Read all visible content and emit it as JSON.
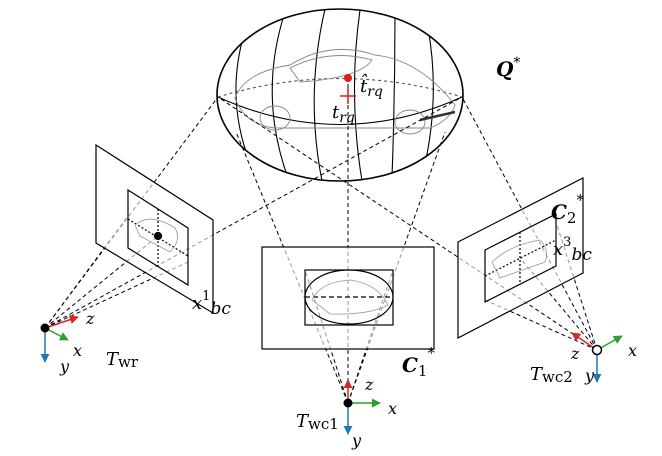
{
  "ellipsoid": {
    "label": "Q",
    "sup": "*"
  },
  "center": {
    "hat": "t̂",
    "hat_sub": "rq",
    "est": "t",
    "est_sub": "rq"
  },
  "conics": [
    {
      "label": "C",
      "sub": "2",
      "sup": "*"
    },
    {
      "label": "C",
      "sub": "1",
      "sup": "*"
    }
  ],
  "box_centers": [
    {
      "x": "x",
      "sup": "1",
      "sub": "bc"
    },
    {
      "x": "x",
      "sup": "3",
      "sub": "bc"
    }
  ],
  "cameras": [
    {
      "T": "T",
      "sub": "wr",
      "axes": {
        "x": "x",
        "y": "y",
        "z": "z"
      }
    },
    {
      "T": "T",
      "sub": "wc1",
      "axes": {
        "x": "x",
        "y": "y",
        "z": "z"
      }
    },
    {
      "T": "T",
      "sub": "wc2",
      "axes": {
        "x": "x",
        "y": "y",
        "z": "z"
      }
    }
  ],
  "colors": {
    "axis_x": "#2ca02c",
    "axis_y": "#1f77b4",
    "axis_z": "#d62728",
    "center_red": "#e31a1c",
    "line": "#000000"
  },
  "icons": [
    "car-sketch-icon"
  ]
}
